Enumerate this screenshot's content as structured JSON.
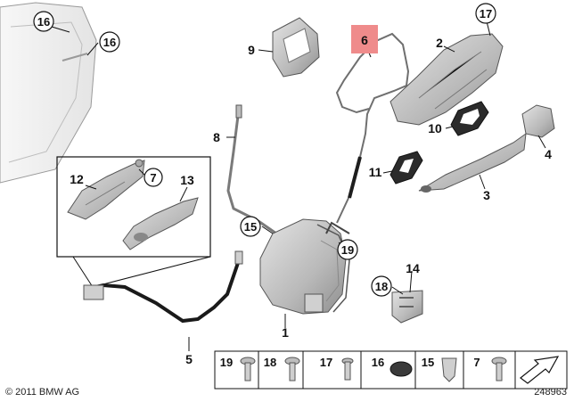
{
  "callouts": {
    "c1": "1",
    "c2": "2",
    "c3": "3",
    "c4": "4",
    "c5": "5",
    "c6": "6",
    "c7a": "7",
    "c8": "8",
    "c9": "9",
    "c10": "10",
    "c11": "11",
    "c12": "12",
    "c13": "13",
    "c14": "14",
    "c15a": "15",
    "c16a": "16",
    "c16b": "16",
    "c17": "17",
    "c18a": "18",
    "c19a": "19"
  },
  "legend": {
    "items": [
      "19",
      "18",
      "17",
      "16",
      "15",
      "7"
    ]
  },
  "footer": {
    "copyright": "© 2011 BMW AG",
    "image_id": "248963"
  },
  "colors": {
    "highlight": "#ef8b8b",
    "part_fill": "#c9c9c9",
    "part_dark": "#6f6f6f",
    "door_fill": "#efefef"
  }
}
